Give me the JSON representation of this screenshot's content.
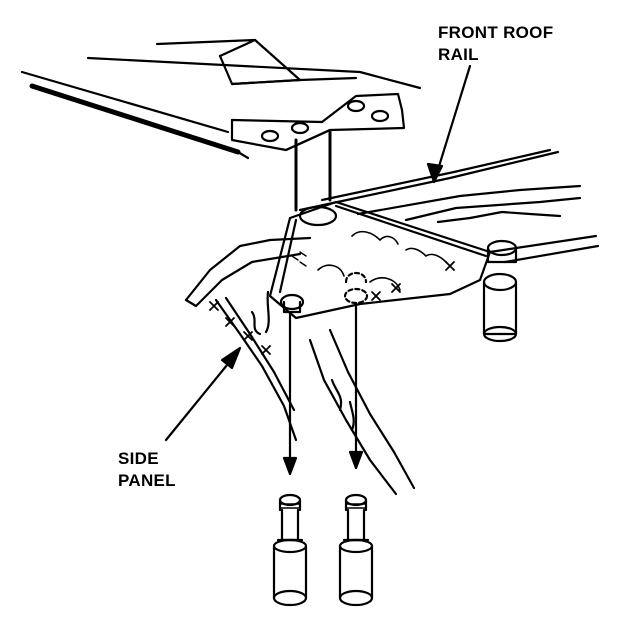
{
  "labels": {
    "front_roof_rail": [
      "FRONT ROOF",
      "RAIL"
    ],
    "side_panel": [
      "SIDE",
      "PANEL"
    ]
  },
  "colors": {
    "ink": "#000000",
    "paper": "#ffffff"
  }
}
